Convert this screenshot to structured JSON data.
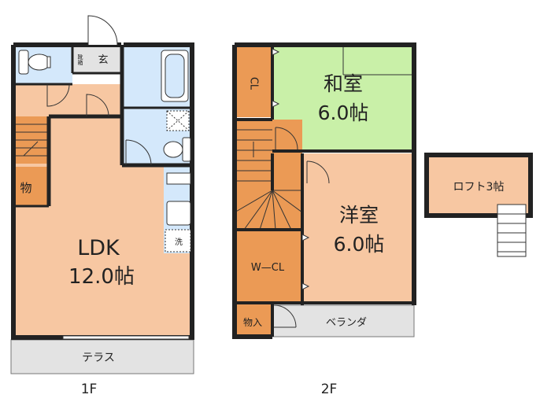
{
  "floor1": {
    "caption": "1F",
    "entrance_label": "玄",
    "shoe_label": "靴箱",
    "storage_label": "物",
    "ldk_label": "LDK",
    "ldk_size": "12.0帖",
    "terrace_label": "テラス",
    "washer_mark": "洗"
  },
  "floor2": {
    "caption": "2F",
    "closet_label": "CL",
    "washitsu_label": "和室",
    "washitsu_size": "6.0帖",
    "youshitsu_label": "洋室",
    "youshitsu_size": "6.0帖",
    "wcl_label": "W—CL",
    "storage_label": "物入",
    "balcony_label": "ベランダ"
  },
  "loft": {
    "label": "ロフト3帖"
  },
  "colors": {
    "wood": "#f7c7a2",
    "tatami": "#c9f0a8",
    "water": "#d4e8fb",
    "storage": "#eb9a55",
    "gray": "#e3e3e3",
    "wall": "#222222"
  }
}
